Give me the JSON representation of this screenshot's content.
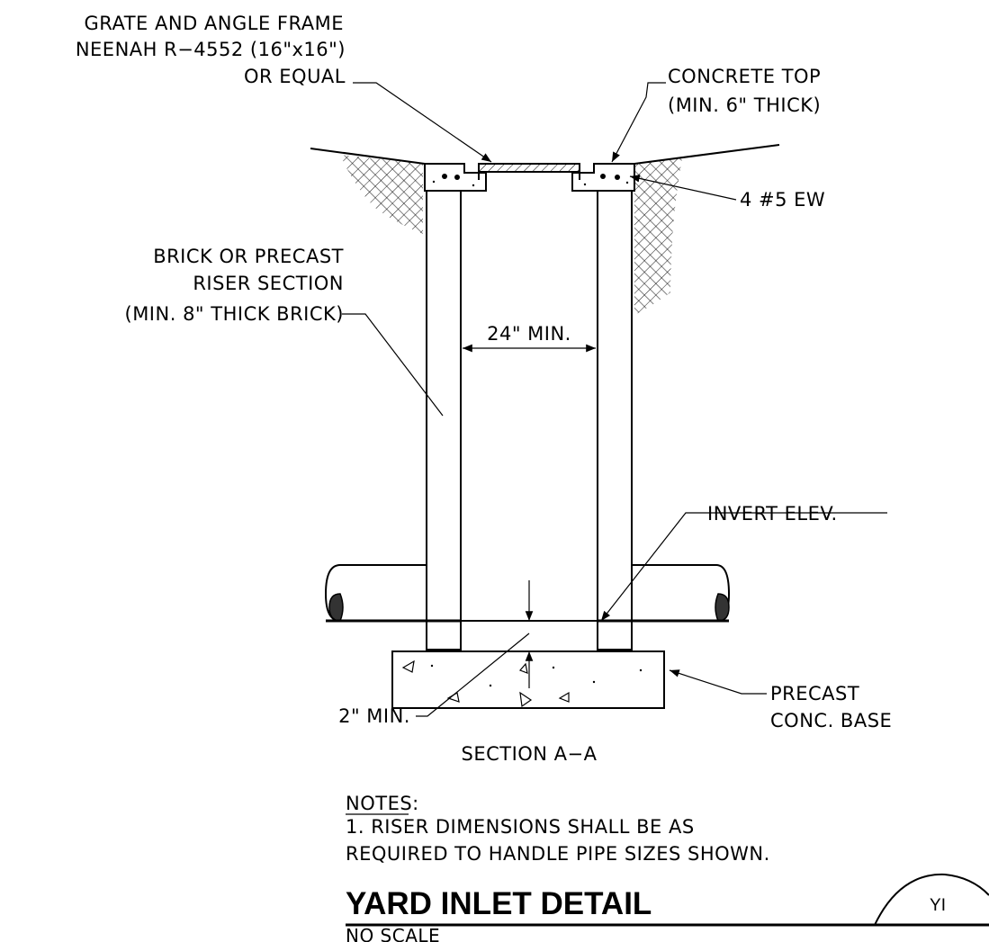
{
  "labels": {
    "grate_line1": "GRATE AND ANGLE FRAME",
    "grate_line2": "NEENAH R−4552 (16\"x16\")",
    "grate_line3": "OR EQUAL",
    "concrete_line1": "CONCRETE TOP",
    "concrete_line2": "(MIN. 6\" THICK)",
    "rebar": "4 #5 EW",
    "riser_line1": "BRICK OR PRECAST",
    "riser_line2": "RISER SECTION",
    "riser_line3": "(MIN. 8\" THICK BRICK)",
    "width_dim": "24\" MIN.",
    "invert": "INVERT ELEV.",
    "base_dim": "2\" MIN.",
    "base_line1": "PRECAST",
    "base_line2": "CONC. BASE",
    "section": "SECTION A−A"
  },
  "notes": {
    "heading": "NOTES:",
    "line1": "1.  RISER DIMENSIONS SHALL BE AS",
    "line2": "REQUIRED TO HANDLE PIPE SIZES SHOWN."
  },
  "title_block": {
    "title": "YARD INLET DETAIL",
    "scale": "NO SCALE",
    "tag": "YI"
  }
}
